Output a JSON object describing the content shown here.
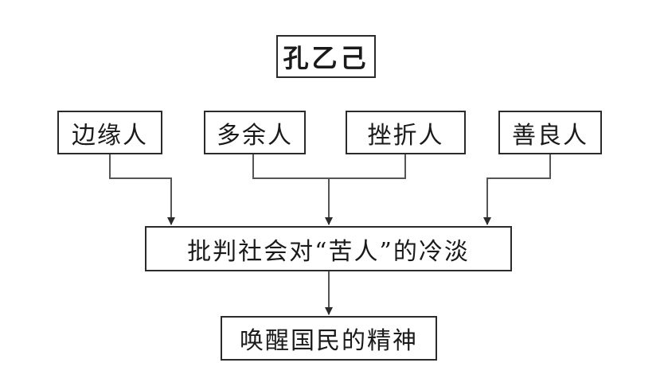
{
  "title": "孔乙己",
  "nodes": {
    "n1": "边缘人",
    "n2": "多余人",
    "n3": "挫折人",
    "n4": "善良人"
  },
  "theme": "批判社会对“苦人”的冷淡",
  "purpose": "唤醒国民的精神",
  "colors": {
    "border": "#2b2b2b",
    "connector": "#555555",
    "text": "#1a1a1a"
  }
}
